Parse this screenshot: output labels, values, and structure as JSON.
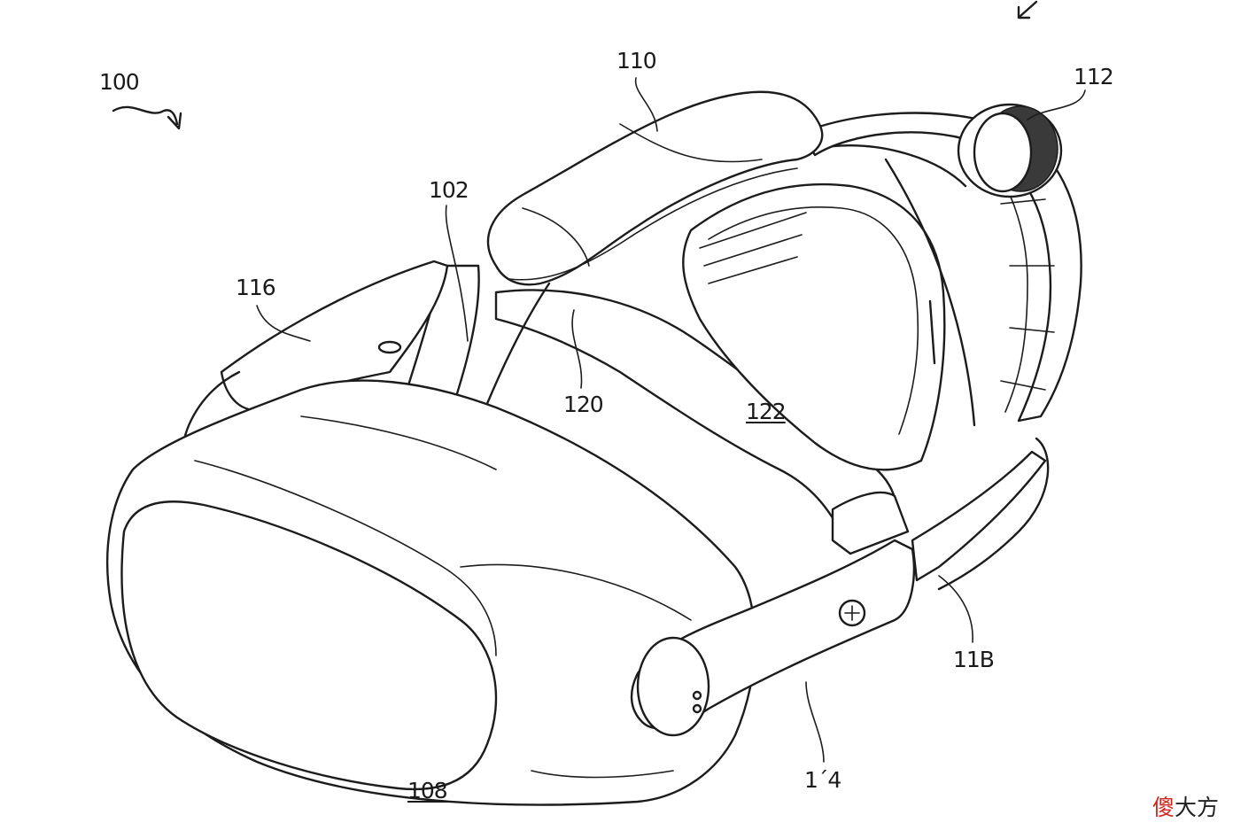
{
  "labels": {
    "l100": "100",
    "l102": "102",
    "l108": "108",
    "l110": "110",
    "l112": "112",
    "l114": "1´4",
    "l116": "116",
    "l118": "11B",
    "l120": "120",
    "l122": "122"
  },
  "watermark": {
    "accent": "傻",
    "rest": "大方"
  }
}
